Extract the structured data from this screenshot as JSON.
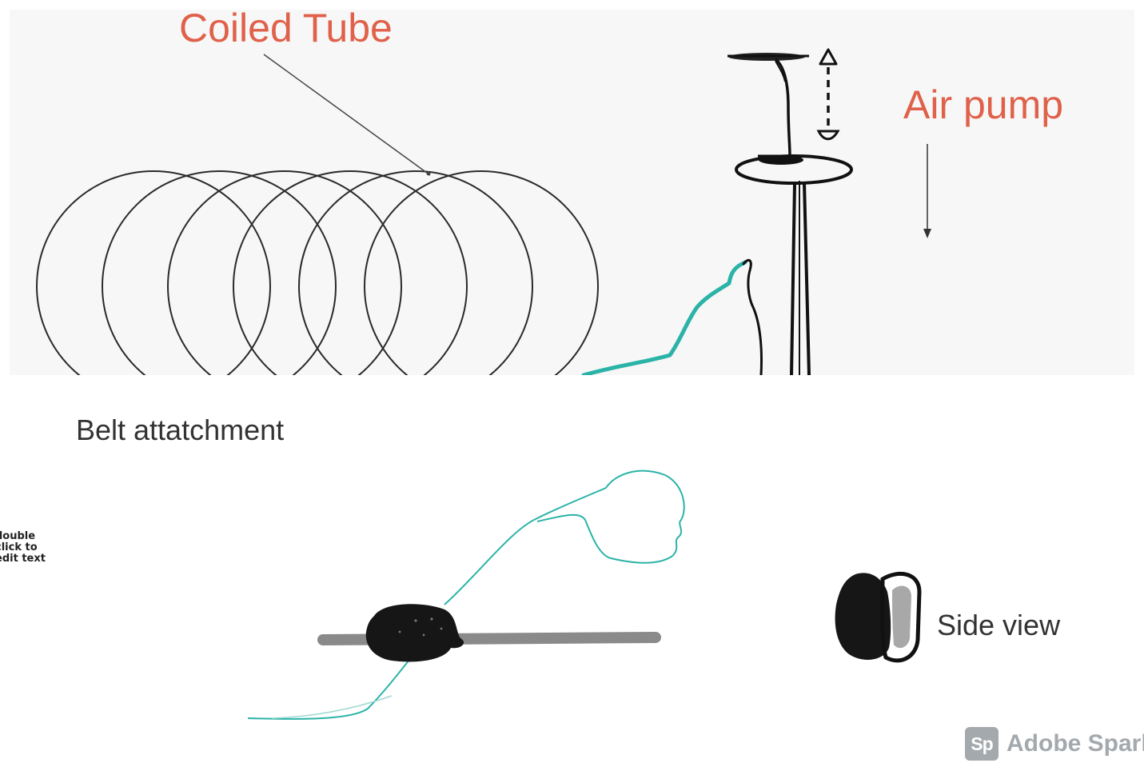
{
  "labels": {
    "coiled_tube": "Coiled Tube",
    "air_pump": "Air pump",
    "belt_attachment": "Belt attatchment",
    "side_view": "Side view",
    "edit_hint": "double\nclick to\nedit text"
  },
  "brand": {
    "logo_text": "Sp",
    "name": "Adobe Spark"
  },
  "colors": {
    "label_red": "#e0614a",
    "tube_teal": "#2bb3a8",
    "sketch_black": "#111111",
    "belt_gray": "#8a8a8a",
    "panel_bg": "#f7f7f7"
  },
  "coil": {
    "loop_count": 6
  }
}
